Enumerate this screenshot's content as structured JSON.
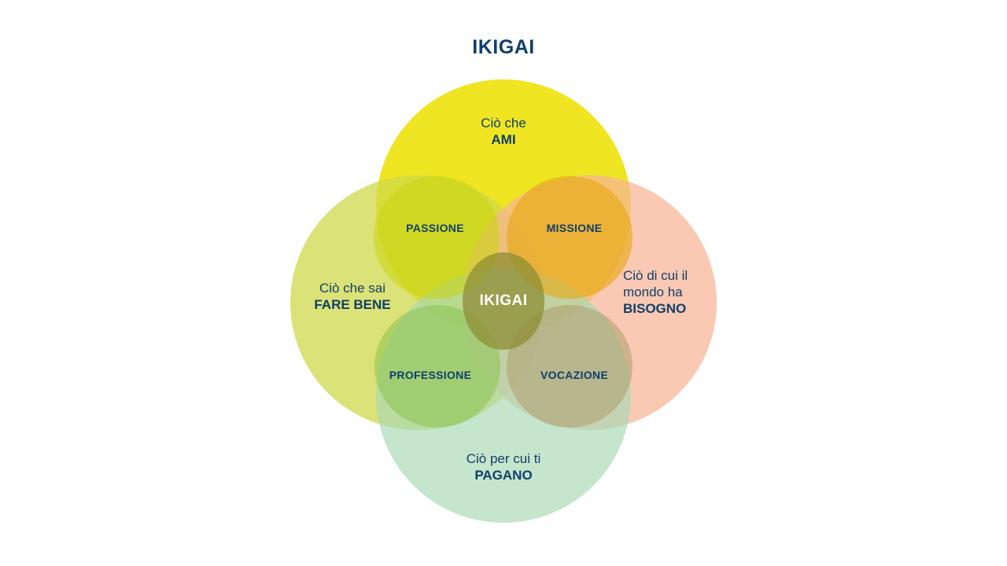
{
  "title": "IKIGAI",
  "colors": {
    "title_text": "#103f6b",
    "love": "#eee310",
    "good_at": "#cfd84a",
    "world_needs": "#f6b496",
    "paid_for": "#a9d8b6",
    "passion": "#cbd60c",
    "mission": "#e6a70e",
    "profession": "#8cc24e",
    "vocation": "#ae9c6c",
    "center": "#8e8d33"
  },
  "circles": {
    "love": {
      "line1": "Ciò che",
      "bold": "AMI"
    },
    "good_at": {
      "line1": "Ciò che sai",
      "bold": "FARE BENE"
    },
    "world_needs": {
      "line1": "Ciò di cui il",
      "line2": "mondo ha",
      "bold": "BISOGNO"
    },
    "paid_for": {
      "line1": "Ciò per cui ti",
      "bold": "PAGANO"
    }
  },
  "overlaps": {
    "passion": "PASSIONE",
    "mission": "MISSIONE",
    "profession": "PROFESSIONE",
    "vocation": "VOCAZIONE"
  },
  "center": "IKIGAI"
}
